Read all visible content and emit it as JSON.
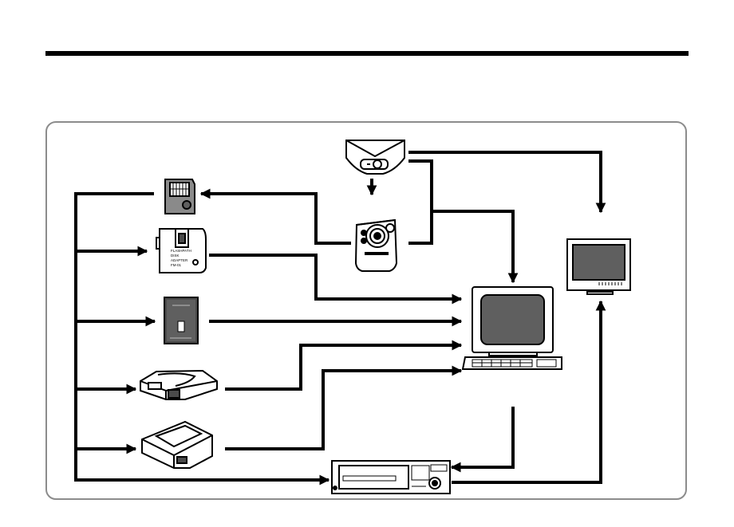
{
  "colors": {
    "line": "#000000",
    "frame": "#8c8c8c",
    "device_fill": "#ffffff",
    "device_dark": "#4a4a4a",
    "screen_fill": "#5f5f5f",
    "card_fill": "#8a8a8a"
  },
  "devices": {
    "card_reader_top": {
      "icon": "card-reader-icon"
    },
    "digital_camera": {
      "icon": "digital-camera-icon"
    },
    "smart_media_card": {
      "icon": "smartmedia-card-icon"
    },
    "floppy_disk_adapter": {
      "icon": "floppy-disk-adapter-icon",
      "label_lines": [
        "FLASHPATH",
        "DISK",
        "ADAPTER",
        "FM-01"
      ]
    },
    "pc_card_adapter": {
      "icon": "pc-card-adapter-icon"
    },
    "card_drive_one": {
      "icon": "card-drive-icon"
    },
    "card_drive_two": {
      "icon": "card-drive-icon"
    },
    "computer": {
      "icon": "computer-icon"
    },
    "television": {
      "icon": "television-icon"
    },
    "video_deck": {
      "icon": "video-deck-icon"
    }
  }
}
